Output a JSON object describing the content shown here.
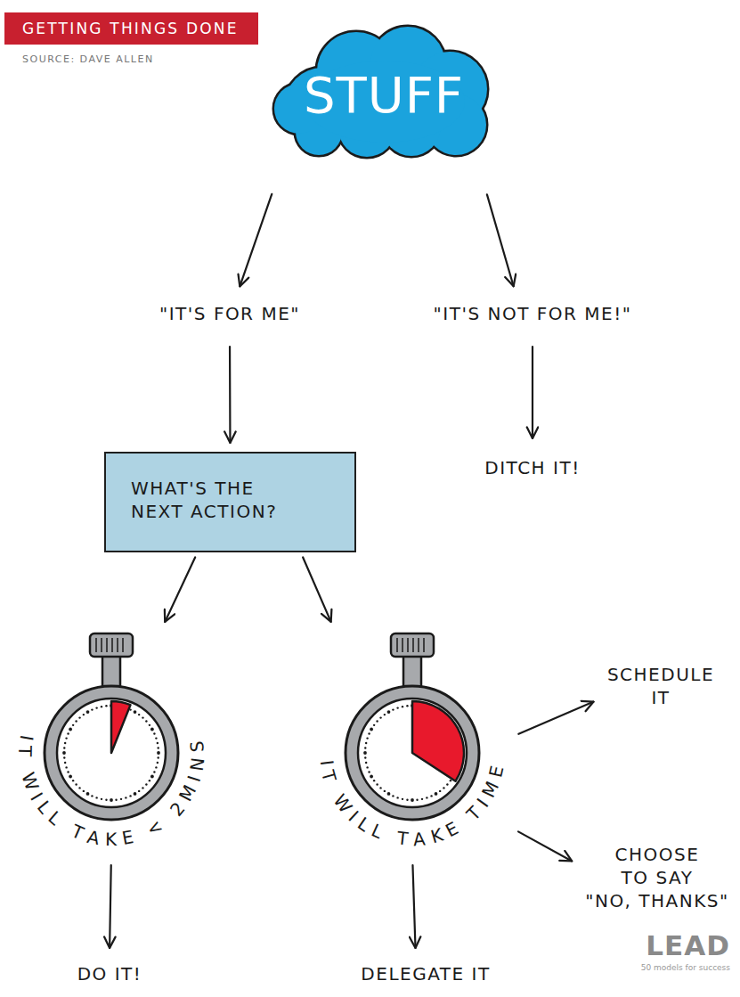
{
  "diagram": {
    "title": "GETTING THINGS DONE",
    "nodes": [
      {
        "text": [
          "STUFF"
        ]
      },
      {
        "text": [
          "\"IT'S FOR ME\""
        ]
      },
      {
        "text": [
          "\"IT'S NOT FOR ME!\""
        ]
      },
      {
        "text": [
          "WHAT'S THE NEXT ACTION?"
        ]
      },
      {
        "text": [
          "DITCH IT!"
        ]
      },
      {
        "text": [
          "IT WILL TAKE < 2MINS"
        ]
      },
      {
        "text": [
          "IT WILL TAKE TIME"
        ]
      },
      {
        "text": [
          "SCHEDULE IT"
        ]
      },
      {
        "text": [
          "CHOOSE TO SAY \"NO, THANKS\""
        ]
      },
      {
        "text": [
          "DO IT!"
        ]
      },
      {
        "text": [
          "DELEGATE IT"
        ]
      }
    ],
    "edges": [
      {
        "from": 0,
        "to": 1,
        "arrow": "to"
      },
      {
        "from": 0,
        "to": 2,
        "arrow": "to"
      },
      {
        "from": 1,
        "to": 3,
        "arrow": "to"
      },
      {
        "from": 2,
        "to": 4,
        "arrow": "to"
      },
      {
        "from": 3,
        "to": 5,
        "arrow": "to"
      },
      {
        "from": 3,
        "to": 6,
        "arrow": "to"
      },
      {
        "from": 5,
        "to": 9,
        "arrow": "to"
      },
      {
        "from": 6,
        "to": 10,
        "arrow": "to"
      },
      {
        "from": 6,
        "to": 7,
        "arrow": "to"
      },
      {
        "from": 6,
        "to": 8,
        "arrow": "to"
      }
    ],
    "labels": [
      "SOURCE: DAVE ALLEN",
      "LEAD",
      "50 models for success"
    ]
  }
}
